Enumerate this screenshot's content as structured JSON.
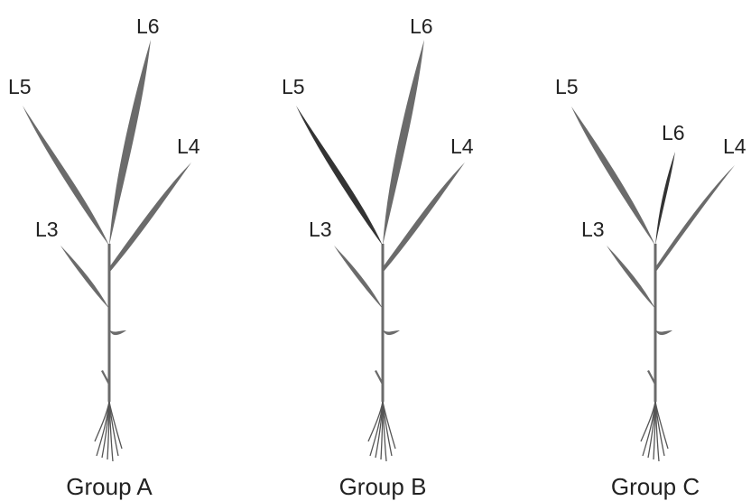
{
  "colors": {
    "stem": "#6b6b6b",
    "leaf_normal": "#6b6b6b",
    "leaf_highlight": "#333333",
    "root": "#555555",
    "text": "#222222"
  },
  "groups": [
    {
      "label": "Group A",
      "leaves": [
        {
          "id": "L3",
          "label": "L3",
          "highlight": false
        },
        {
          "id": "L4",
          "label": "L4",
          "highlight": false
        },
        {
          "id": "L5",
          "label": "L5",
          "highlight": false
        },
        {
          "id": "L6",
          "label": "L6",
          "highlight": false
        }
      ]
    },
    {
      "label": "Group B",
      "leaves": [
        {
          "id": "L3",
          "label": "L3",
          "highlight": false
        },
        {
          "id": "L4",
          "label": "L4",
          "highlight": false
        },
        {
          "id": "L5",
          "label": "L5",
          "highlight": true
        },
        {
          "id": "L6",
          "label": "L6",
          "highlight": false
        }
      ]
    },
    {
      "label": "Group C",
      "leaves": [
        {
          "id": "L3",
          "label": "L3",
          "highlight": false
        },
        {
          "id": "L4",
          "label": "L4",
          "highlight": false
        },
        {
          "id": "L5",
          "label": "L5",
          "highlight": false
        },
        {
          "id": "L6",
          "label": "L6",
          "highlight": true
        }
      ]
    }
  ]
}
